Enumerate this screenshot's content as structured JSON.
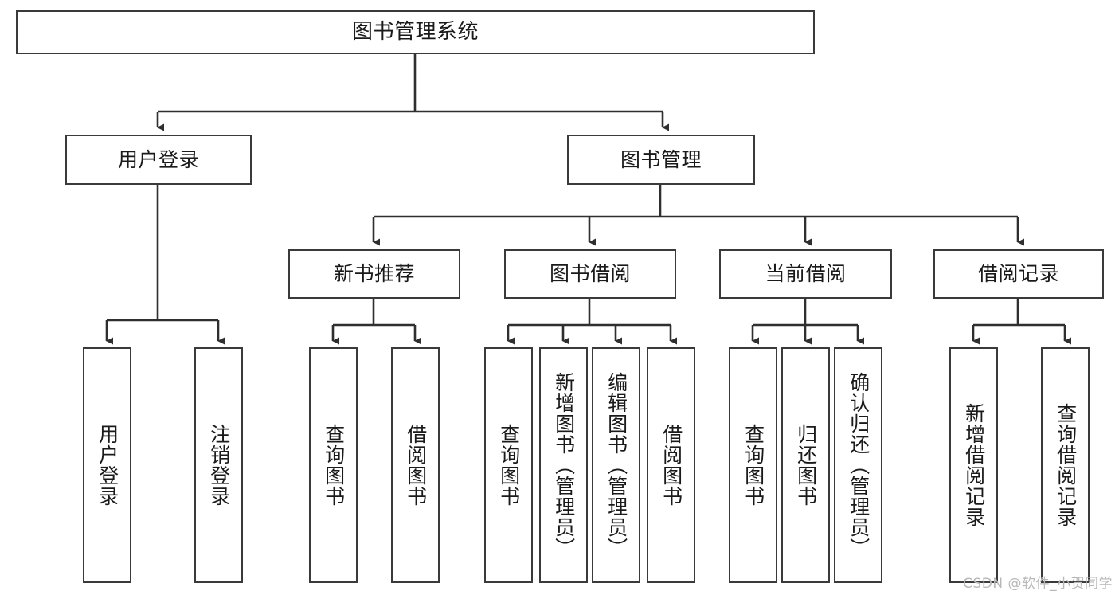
{
  "diagram": {
    "type": "tree",
    "title": "图书管理系统",
    "orientation": "top-down",
    "colors": {
      "box_border": "#3a3a3a",
      "box_fill": "#ffffff",
      "edge": "#2f2f2f",
      "text": "#1a1a1a",
      "watermark": "#b8b8b8"
    },
    "nodes": {
      "root": {
        "label": "图书管理系统"
      },
      "level2": [
        {
          "id": "user-login",
          "label": "用户登录"
        },
        {
          "id": "book-manage",
          "label": "图书管理"
        }
      ],
      "level3": [
        {
          "id": "new-book-recommend",
          "label": "新书推荐"
        },
        {
          "id": "book-borrow",
          "label": "图书借阅"
        },
        {
          "id": "current-borrow",
          "label": "当前借阅"
        },
        {
          "id": "borrow-record",
          "label": "借阅记录"
        }
      ],
      "leaves": {
        "user-login": [
          {
            "id": "leaf-user-login",
            "label": "用户登录"
          },
          {
            "id": "leaf-logout-login",
            "label": "注销登录"
          }
        ],
        "new-book-recommend": [
          {
            "id": "leaf-query-book-1",
            "label": "查询图书"
          },
          {
            "id": "leaf-borrow-book-1",
            "label": "借阅图书"
          }
        ],
        "book-borrow": [
          {
            "id": "leaf-query-book-2",
            "label": "查询图书"
          },
          {
            "id": "leaf-add-book",
            "label": "新增图书（管理员）"
          },
          {
            "id": "leaf-edit-book",
            "label": "编辑图书（管理员）"
          },
          {
            "id": "leaf-borrow-book-2",
            "label": "借阅图书"
          }
        ],
        "current-borrow": [
          {
            "id": "leaf-query-book-3",
            "label": "查询图书"
          },
          {
            "id": "leaf-return-book",
            "label": "归还图书"
          },
          {
            "id": "leaf-confirm-return",
            "label": "确认归还（管理员）"
          }
        ],
        "borrow-record": [
          {
            "id": "leaf-add-record",
            "label": "新增借阅记录"
          },
          {
            "id": "leaf-query-record",
            "label": "查询借阅记录"
          }
        ]
      }
    }
  },
  "watermark": {
    "text": "CSDN @软件_小贺同学"
  }
}
